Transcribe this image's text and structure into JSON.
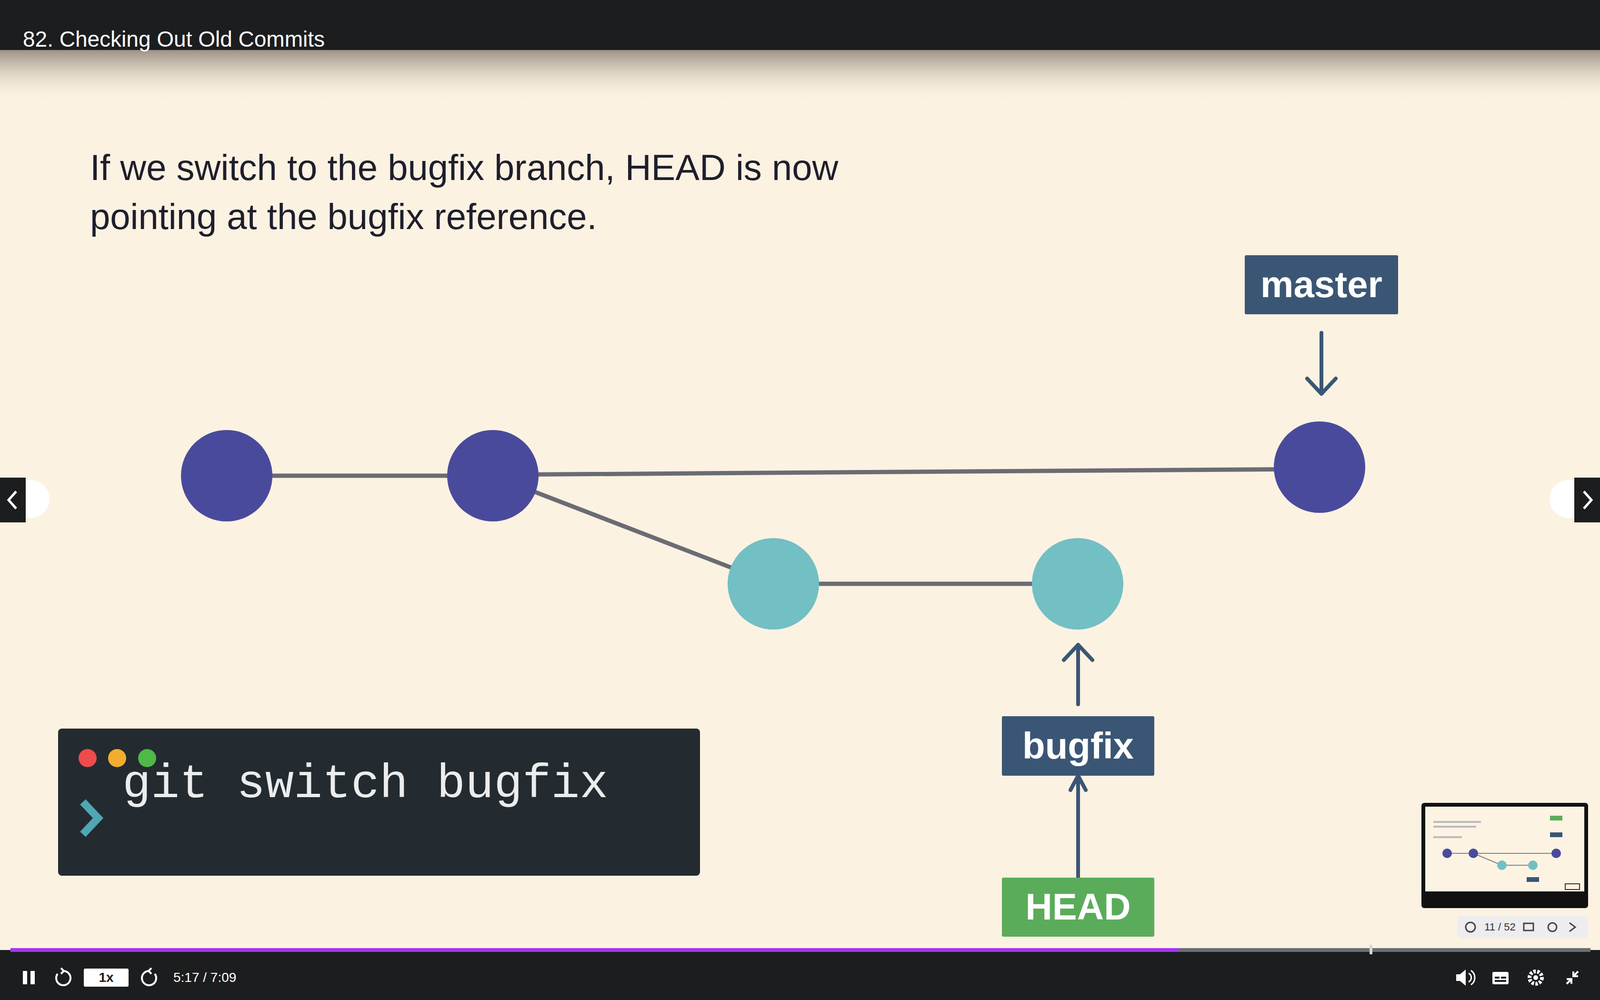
{
  "diagram": {
    "title": "82. Checking Out Old Commits",
    "nodes": [
      {
        "text": [
          "master"
        ]
      },
      {
        "text": [
          "git switch bugfix"
        ]
      },
      {
        "text": [
          "bugfix"
        ]
      },
      {
        "text": [
          "HEAD"
        ]
      }
    ],
    "edges": [
      {
        "from": 3,
        "to": 2,
        "arrow": "to"
      }
    ],
    "labels": [
      "If we switch to the bugfix branch, HEAD is now pointing at the bugfix reference.",
      "1x",
      "5:17 / 7:09",
      "11 / 52"
    ]
  }
}
